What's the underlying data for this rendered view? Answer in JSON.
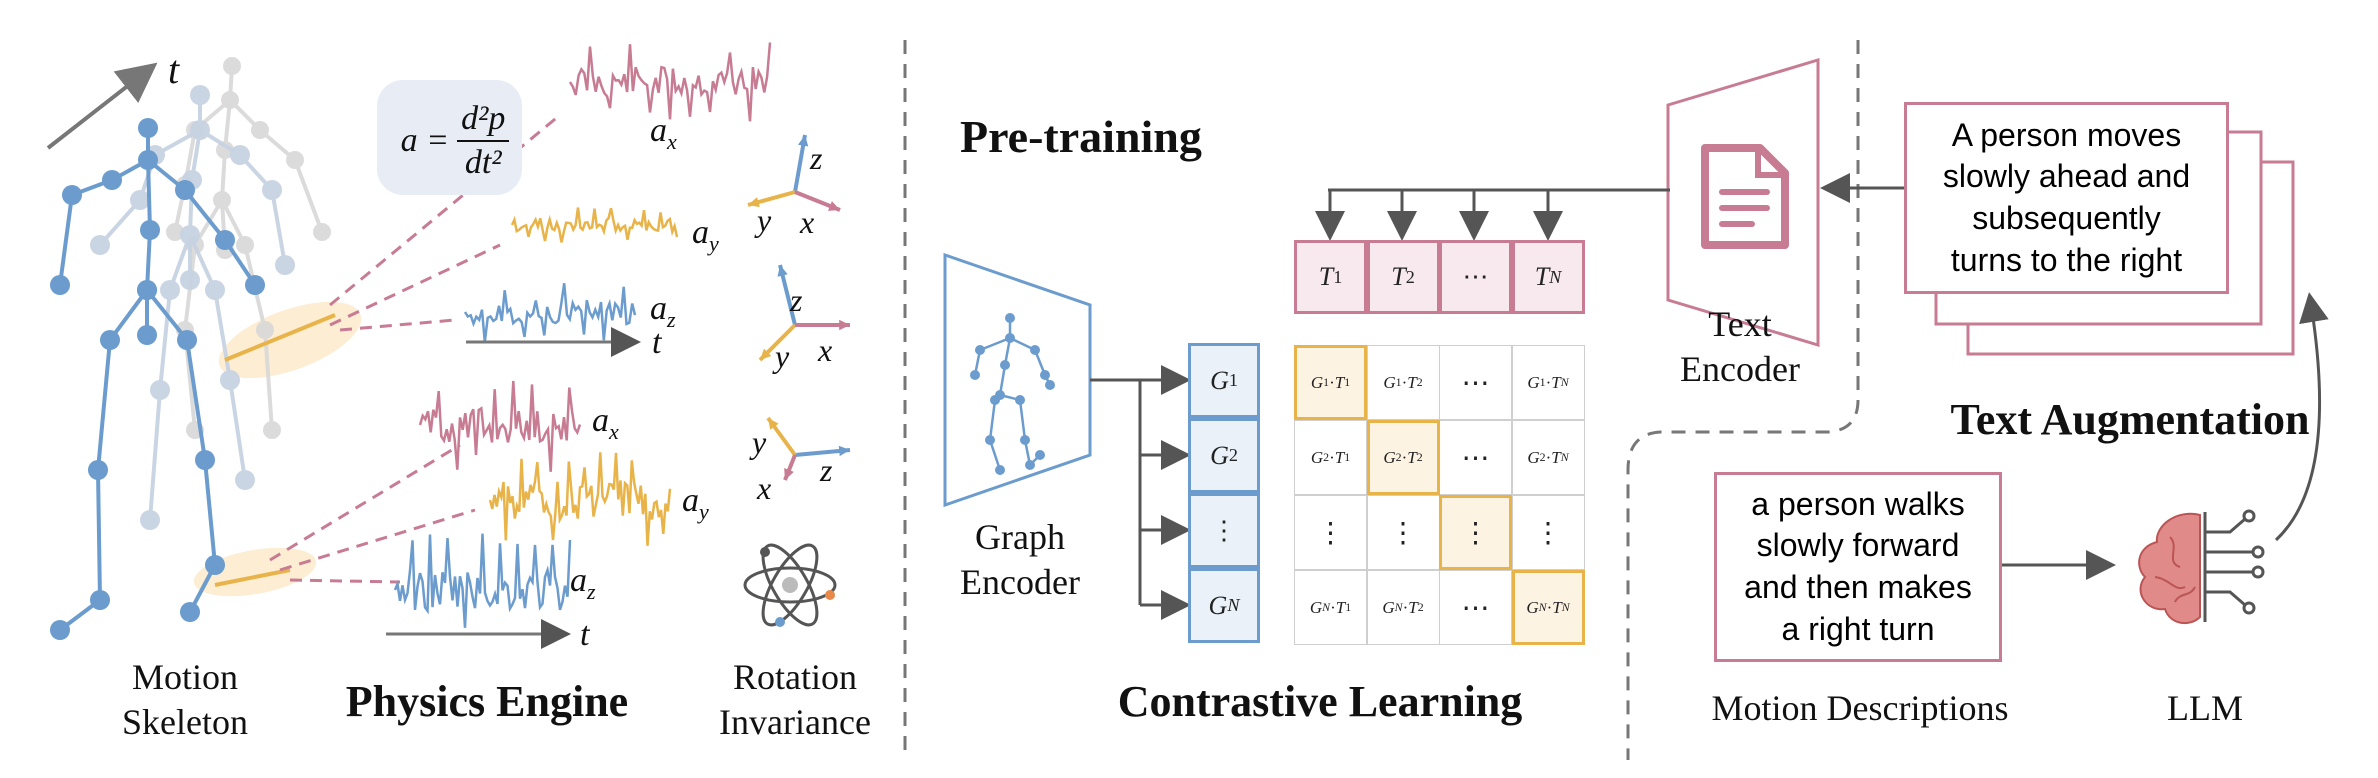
{
  "left_panel": {
    "time_label": "t",
    "motion_skeleton": [
      "Motion",
      "Skeleton"
    ],
    "physics_engine": "Physics Engine",
    "rotation_invariance": [
      "Rotation",
      "Invariance"
    ],
    "formula": {
      "lhs": "a =",
      "numerator": "d²p",
      "denominator": "dt²"
    },
    "signal_labels_upper": [
      "a",
      "a",
      "a"
    ],
    "signal_subscripts_upper": [
      "x",
      "y",
      "z"
    ],
    "signal_labels_lower": [
      "a",
      "a",
      "a"
    ],
    "signal_subscripts_lower": [
      "x",
      "y",
      "z"
    ],
    "axis_t_upper": "t",
    "axis_t_lower": "t",
    "axes_frames": [
      {
        "labels": [
          "z",
          "y",
          "x"
        ]
      },
      {
        "labels": [
          "z",
          "y",
          "x"
        ]
      },
      {
        "labels": [
          "y",
          "x",
          "z"
        ]
      }
    ]
  },
  "middle_panel": {
    "pretraining": "Pre-training",
    "graph_encoder": [
      "Graph",
      "Encoder"
    ],
    "contrastive_learning": "Contrastive Learning",
    "g_labels": [
      "G1",
      "G2",
      "⋮",
      "GN"
    ],
    "t_labels": [
      "T1",
      "T2",
      "⋯",
      "TN"
    ],
    "matrix": [
      [
        "G1 · T1",
        "G1 · T2",
        "⋯",
        "G1 · TN"
      ],
      [
        "G2 · T1",
        "G2 · T2",
        "⋯",
        "G2 · TN"
      ],
      [
        "⋮",
        "⋮",
        "⋮",
        "⋮"
      ],
      [
        "GN · T1",
        "GN · T2",
        "⋯",
        "GN · TN"
      ]
    ]
  },
  "right_panel": {
    "text_encoder": [
      "Text",
      "Encoder"
    ],
    "text_augmentation": "Text Augmentation",
    "augmented_text": [
      "A person moves",
      "slowly ahead and",
      "subsequently",
      "turns to the right"
    ],
    "motion_text": [
      "a person walks",
      "slowly forward",
      "and then makes",
      "a right turn"
    ],
    "motion_descriptions": "Motion Descriptions",
    "llm": "LLM"
  },
  "colors": {
    "blue": "#6b9ccd",
    "pink": "#c77c93",
    "orange": "#e8b44a",
    "gray": "#666666"
  }
}
